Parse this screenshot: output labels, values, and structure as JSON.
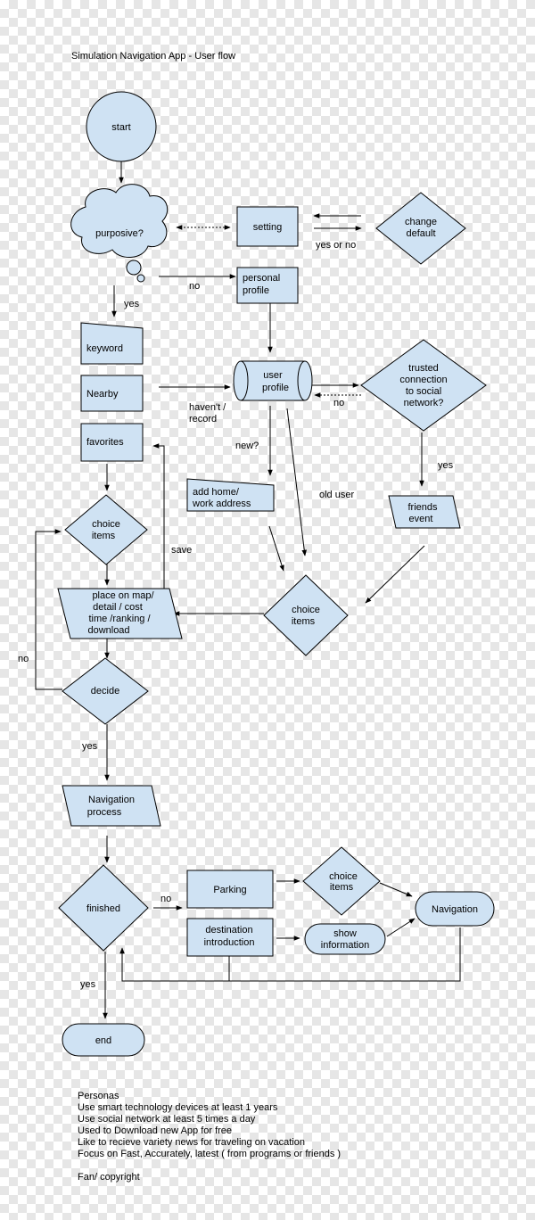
{
  "title": "Simulation Navigation  App - User flow",
  "nodes": {
    "start": "start",
    "purposive": "purposive?",
    "setting": "setting",
    "change_default": [
      "change",
      "default"
    ],
    "personal_profile": [
      "personal",
      "profile"
    ],
    "keyword": "keyword",
    "nearby": "Nearby",
    "favorites": "favorites",
    "user_profile": [
      "user",
      "profile"
    ],
    "trusted_connection": [
      "trusted",
      "connection",
      "to social",
      "network?"
    ],
    "add_home": [
      "add home/",
      "work address"
    ],
    "friends_event": [
      "friends",
      "event"
    ],
    "choice_items_left": [
      "choice",
      "items"
    ],
    "choice_items_mid": [
      "choice",
      "items"
    ],
    "place_on_map": [
      "place on map/",
      "detail / cost",
      "time /ranking /",
      "download"
    ],
    "decide": "decide",
    "navigation_process": [
      "Navigation",
      "process"
    ],
    "finished": "finished",
    "parking": "Parking",
    "choice_items_bottom": [
      "choice",
      "items"
    ],
    "destination_intro": [
      "destination",
      "introduction"
    ],
    "show_information": [
      "show",
      "information"
    ],
    "navigation": "Navigation",
    "end": "end"
  },
  "edge_labels": {
    "yes_or_no": "yes or no",
    "no_profile": "no",
    "yes_keyword": "yes",
    "havent_record": [
      "haven't /",
      "record"
    ],
    "no_trusted": "no",
    "yes_trusted": "yes",
    "new": "new?",
    "old_user": "old user",
    "save": "save",
    "no_decide": "no",
    "yes_decide": "yes",
    "no_finished": "no",
    "yes_finished": "yes"
  },
  "notes": {
    "heading": "Personas",
    "lines": [
      "Use smart technology devices at least 1 years",
      "Use social network at least 5 times a day",
      "Used to Download new App for free",
      "Like to recieve variety news for traveling on vacation",
      "Focus on Fast, Accurately,  latest ( from programs or friends )"
    ],
    "footer": "Fan/ copyright"
  },
  "colors": {
    "node_fill": "#cfe2f3",
    "stroke": "#000000",
    "checker": "#e6e6e6"
  }
}
